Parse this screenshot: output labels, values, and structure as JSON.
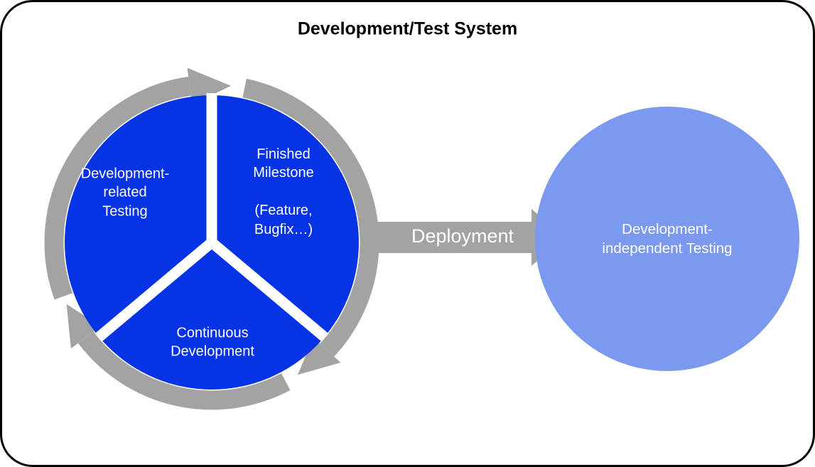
{
  "title": "Development/Test System",
  "cycle": {
    "segments": [
      {
        "label": "Development-\nrelated\nTesting"
      },
      {
        "label": "Finished\nMilestone\n\n(Feature,\nBugfix…)"
      },
      {
        "label": "Continuous\nDevelopment"
      }
    ]
  },
  "deployment": {
    "label": "Deployment"
  },
  "right_circle": {
    "label": "Development-\nindependent Testing"
  },
  "colors": {
    "cycle_blue": "#0733E6",
    "light_blue": "#7B99EE",
    "arrow_gray": "#A3A3A3",
    "label_text": "#FFFFFF",
    "title_text": "#000000"
  }
}
